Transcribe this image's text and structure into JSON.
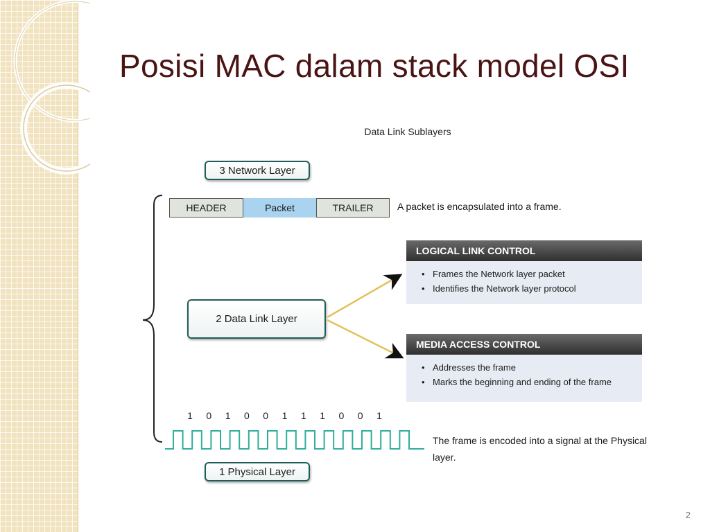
{
  "slide": {
    "title": "Posisi MAC dalam stack model OSI",
    "page_number": "2"
  },
  "diagram": {
    "subtitle": "Data Link Sublayers",
    "network_layer": "3 Network Layer",
    "data_link_layer": "2 Data Link Layer",
    "physical_layer": "1 Physical Layer",
    "frame": {
      "header": "HEADER",
      "packet": "Packet",
      "trailer": "TRAILER",
      "caption": "A packet is encapsulated into a frame."
    },
    "llc": {
      "title": "LOGICAL LINK CONTROL",
      "items": [
        "Frames the Network layer packet",
        "Identifies the Network layer protocol"
      ]
    },
    "mac": {
      "title": "MEDIA ACCESS CONTROL",
      "items": [
        "Addresses the frame",
        "Marks the beginning and ending of the frame"
      ]
    },
    "bits": [
      "1",
      "0",
      "1",
      "0",
      "0",
      "1",
      "1",
      "1",
      "0",
      "0",
      "1"
    ],
    "signal_caption": "The frame is encoded into a signal at the Physical layer.",
    "colors": {
      "signal": "#2fae9c",
      "arrow": "#e3c15a",
      "box_border": "#1f5c5a",
      "title": "#4a1414"
    }
  }
}
